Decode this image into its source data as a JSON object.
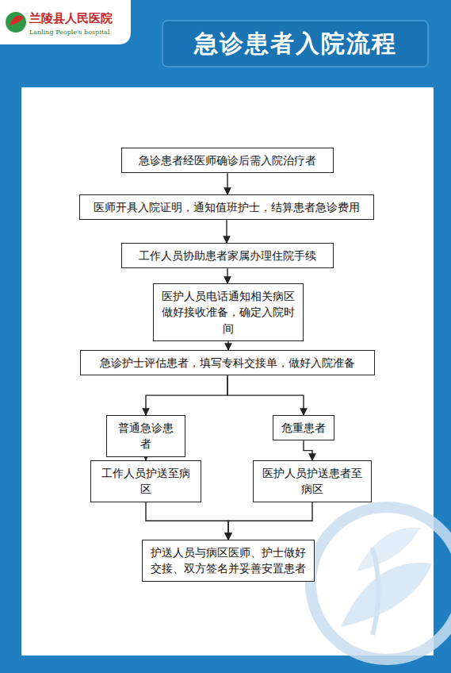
{
  "diagram": {
    "title": "急诊患者入院流程",
    "nodes": [
      {
        "text": [
          "急诊患者经医师确诊后需入院治疗者"
        ]
      },
      {
        "text": [
          "医师开具入院证明，通知值班护士，结算患者急诊费用"
        ]
      },
      {
        "text": [
          "工作人员协助患者家属办理住院手续"
        ]
      },
      {
        "text": [
          "医护人员电话通知相关病区做好接收准备，确定入院时间"
        ]
      },
      {
        "text": [
          "急诊护士评估患者，填写专科交接单，做好入院准备"
        ]
      },
      {
        "text": [
          "普通急诊患者"
        ]
      },
      {
        "text": [
          "危重患者"
        ]
      },
      {
        "text": [
          "工作人员护送至病区"
        ]
      },
      {
        "text": [
          "医护人员护送患者至病区"
        ]
      },
      {
        "text": [
          "护送人员与病区医师、护士做好交接、双方签名并妥善安置患者"
        ]
      }
    ],
    "edges": [
      {
        "from": 0,
        "to": 1,
        "arrow": "to"
      },
      {
        "from": 1,
        "to": 2,
        "arrow": "to"
      },
      {
        "from": 2,
        "to": 3,
        "arrow": "to"
      },
      {
        "from": 3,
        "to": 4,
        "arrow": "to"
      },
      {
        "from": 4,
        "to": 5,
        "arrow": "to"
      },
      {
        "from": 4,
        "to": 6,
        "arrow": "to"
      },
      {
        "from": 5,
        "to": 7,
        "arrow": "to"
      },
      {
        "from": 6,
        "to": 8,
        "arrow": "to"
      },
      {
        "from": 7,
        "to": 9,
        "arrow": "to"
      },
      {
        "from": 8,
        "to": 9,
        "arrow": "to"
      }
    ],
    "labels": [
      "兰陵县人民医院",
      "Lanling People's hospital"
    ]
  }
}
